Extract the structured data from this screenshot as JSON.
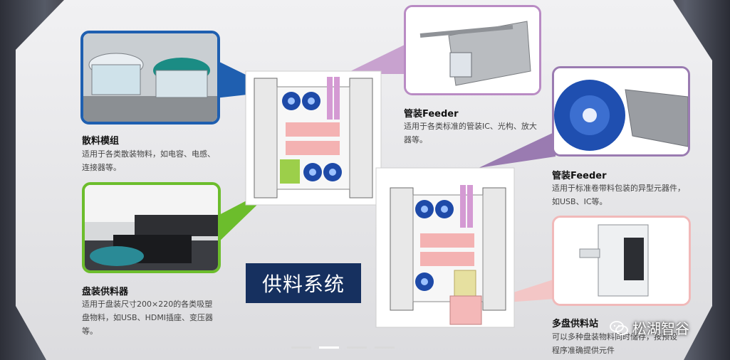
{
  "modules": {
    "bulk": {
      "title": "散料模组",
      "desc": [
        "适用于各类散装物料，如电容、电感、",
        "连接器等。"
      ]
    },
    "tray": {
      "title": "盘装供料器",
      "desc": [
        "适用于盘装尺寸200×220的各类吸塑",
        "盘物料，如USB、HDMI插座、变压器",
        "等。"
      ]
    },
    "tube": {
      "title": "管装Feeder",
      "desc": [
        "适用于各类标准的管装IC、光构、放大",
        "器等。"
      ]
    },
    "tape": {
      "title": "管装Feeder",
      "desc": [
        "适用于标准卷带料包装的异型元器件，",
        "如USB、IC等。"
      ]
    },
    "multitray": {
      "title": "多盘供料站",
      "desc": [
        "可以多种盘装物料同时储存，按预设",
        "程序准确提供元件"
      ]
    }
  },
  "main_title": "供料系统",
  "watermark": "松湖智谷",
  "icons": [
    "wechat-icon"
  ],
  "colors": {
    "blue": "#1f5fb0",
    "green": "#6cbd2c",
    "violet": "#b98bc4",
    "purple": "#9a7bb1",
    "pink": "#f1b9b9",
    "title_bg": "#16305f"
  },
  "carousel": {
    "count": 4,
    "active": 1
  }
}
